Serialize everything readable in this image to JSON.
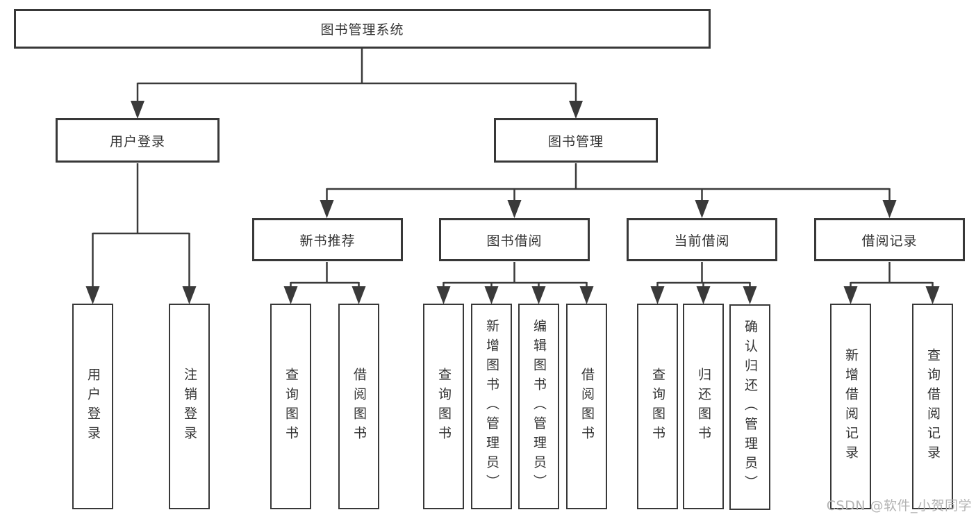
{
  "diagram_type": "hierarchy-tree",
  "colors": {
    "line": "#3a3a3a",
    "box_border": "#383838",
    "box_background": "#ffffff",
    "text": "#333333",
    "watermark": "#b3b3b3"
  },
  "tree": {
    "label": "图书管理系统",
    "children": [
      {
        "label": "用户登录",
        "children": [
          {
            "label": "用户登录"
          },
          {
            "label": "注销登录"
          }
        ]
      },
      {
        "label": "图书管理",
        "children": [
          {
            "label": "新书推荐",
            "children": [
              {
                "label": "查询图书"
              },
              {
                "label": "借阅图书"
              }
            ]
          },
          {
            "label": "图书借阅",
            "children": [
              {
                "label": "查询图书"
              },
              {
                "label": "新增图书（管理员）"
              },
              {
                "label": "编辑图书（管理员）"
              },
              {
                "label": "借阅图书"
              }
            ]
          },
          {
            "label": "当前借阅",
            "children": [
              {
                "label": "查询图书"
              },
              {
                "label": "归还图书"
              },
              {
                "label": "确认归还（管理员）"
              }
            ]
          },
          {
            "label": "借阅记录",
            "children": [
              {
                "label": "新增借阅记录"
              },
              {
                "label": "查询借阅记录"
              }
            ]
          }
        ]
      }
    ]
  },
  "watermark": {
    "text": "CSDN @软件_小贺同学"
  }
}
